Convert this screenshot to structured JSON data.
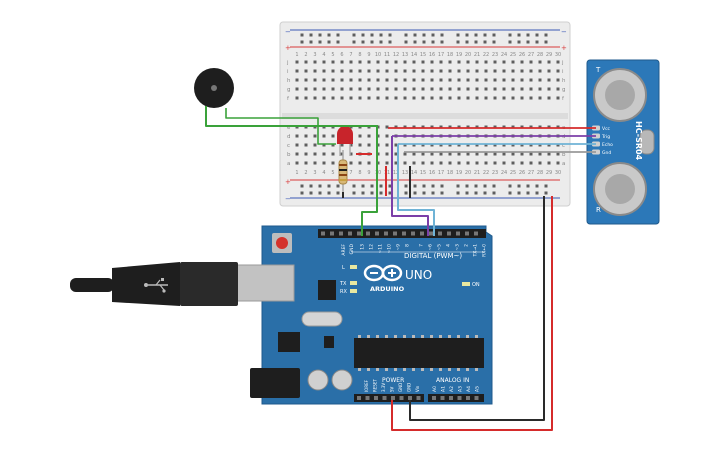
{
  "colors": {
    "board": "#2a6fa8",
    "board_dark": "#1f5a8c",
    "breadboard": "#ececec",
    "rail_red": "#d93a3a",
    "rail_blue": "#3a57b5",
    "wire_green": "#3aa23a",
    "wire_red": "#d52b2b",
    "wire_black": "#2a2a2a",
    "wire_purple": "#7b3fa8",
    "wire_blue": "#6fb3d6",
    "wire_gray": "#9a9a9a",
    "sensor_board": "#2c78b8",
    "led_red": "#c8242b"
  },
  "arduino": {
    "logo_text": "ARDUINO",
    "uno_text": "UNO",
    "digital_label": "DIGITAL (PWM~)",
    "power_label": "POWER",
    "analog_label": "ANALOG IN",
    "on_label": "ON",
    "l_label": "L",
    "tx_label": "TX",
    "rx_label": "RX",
    "aref_label": "AREF",
    "gnd_label": "GND",
    "digital_pins": [
      "13",
      "12",
      "~11",
      "~10",
      "~9",
      "8",
      "7",
      "~6",
      "~5",
      "4",
      "~3",
      "2",
      "TX→1",
      "RX←0"
    ],
    "power_pins": [
      "IOREF",
      "RESET",
      "3.3V",
      "5V",
      "GND",
      "GND",
      "Vin"
    ],
    "analog_pins": [
      "A0",
      "A1",
      "A2",
      "A3",
      "A4",
      "A5"
    ]
  },
  "breadboard": {
    "row_letters_top": [
      "j",
      "i",
      "h",
      "g",
      "f"
    ],
    "row_letters_bottom": [
      "e",
      "d",
      "c",
      "b",
      "a"
    ],
    "col_numbers": [
      "1",
      "2",
      "3",
      "4",
      "5",
      "6",
      "7",
      "8",
      "9",
      "10",
      "11",
      "12",
      "13",
      "14",
      "15",
      "16",
      "17",
      "18",
      "19",
      "20",
      "21",
      "22",
      "23",
      "24",
      "25",
      "26",
      "27",
      "28",
      "29",
      "30"
    ],
    "plus": "+",
    "minus": "−"
  },
  "sensor": {
    "model": "HC-SR04",
    "pins": [
      "Vcc",
      "Trig",
      "Echo",
      "Gnd"
    ],
    "label_t": "T",
    "label_r": "R"
  }
}
